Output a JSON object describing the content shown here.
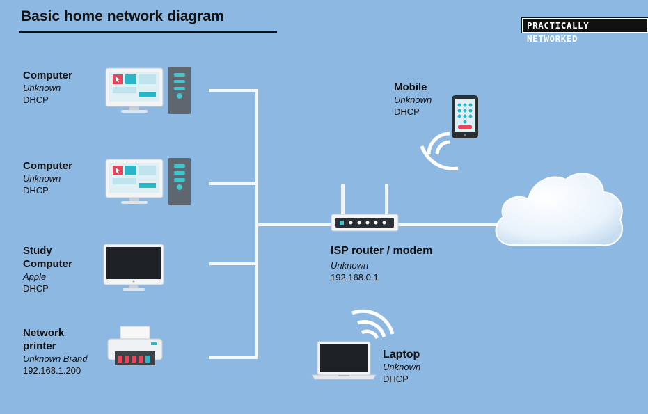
{
  "title": "Basic home network diagram",
  "brand": "PRACTICALLY NETWORKED",
  "devices": {
    "computer1": {
      "name": "Computer",
      "sub": "Unknown",
      "ip": "DHCP"
    },
    "computer2": {
      "name": "Computer",
      "sub": "Unknown",
      "ip": "DHCP"
    },
    "study": {
      "name_line1": "Study",
      "name_line2": "Computer",
      "sub": "Apple",
      "ip": "DHCP"
    },
    "printer": {
      "name_line1": "Network",
      "name_line2": "printer",
      "sub": "Unknown Brand",
      "ip": "192.168.1.200"
    },
    "mobile": {
      "name": "Mobile",
      "sub": "Unknown",
      "ip": "DHCP"
    },
    "router": {
      "name": "ISP router / modem",
      "sub": "Unknown",
      "ip": "192.168.0.1"
    },
    "laptop": {
      "name": "Laptop",
      "sub": "Unknown",
      "ip": "DHCP"
    }
  },
  "icons": [
    "desktop-icon",
    "tower-icon",
    "monitor-icon",
    "printer-icon",
    "phone-icon",
    "router-icon",
    "laptop-icon",
    "wifi-icon",
    "cloud-icon"
  ],
  "colors": {
    "background": "#8cb8e2",
    "wire": "#f4f8fc",
    "screen_accent": "#29b6c9",
    "alert": "#e8455a"
  }
}
